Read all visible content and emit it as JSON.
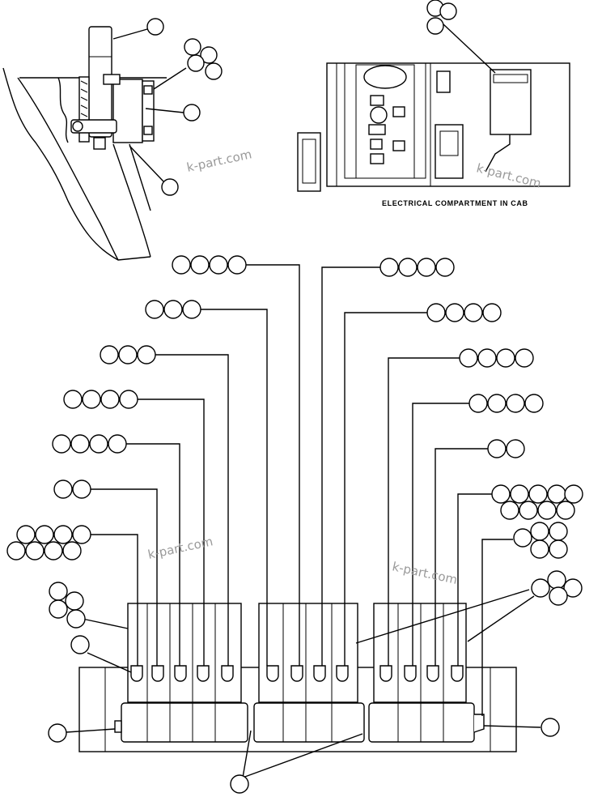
{
  "figure": {
    "caption": "ELECTRICAL COMPARTMENT IN CAB",
    "watermarks": [
      "k-part.com",
      "k-part.com",
      "k-part.com",
      "k-part.com"
    ]
  }
}
